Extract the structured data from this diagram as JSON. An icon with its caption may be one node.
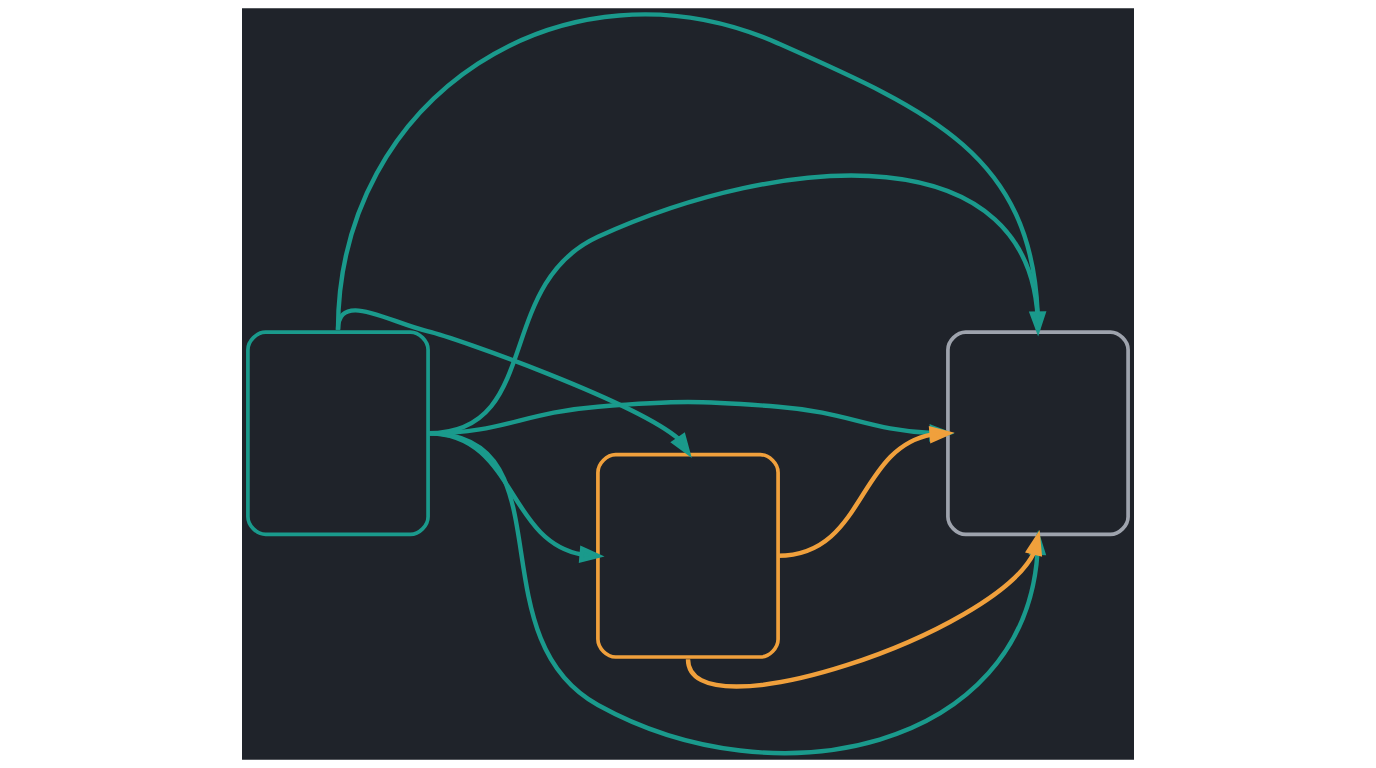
{
  "diagram": {
    "nodes": [
      {
        "text": [],
        "shape": "box"
      },
      {
        "text": [],
        "shape": "box"
      },
      {
        "text": [],
        "shape": "box"
      }
    ],
    "edges": [
      {
        "from": 0,
        "to": 1,
        "arrow": "to"
      },
      {
        "from": 0,
        "to": 2,
        "arrow": "to"
      },
      {
        "from": 0,
        "to": 2,
        "arrow": "none"
      },
      {
        "from": 0,
        "to": 1,
        "arrow": "to"
      },
      {
        "from": 1,
        "to": 2,
        "arrow": "to",
        "color": "#f0a03c"
      },
      {
        "from": 0,
        "to": 2,
        "arrow": "to"
      },
      {
        "from": 1,
        "to": 2,
        "arrow": "to",
        "color": "#f0a03c"
      },
      {
        "from": 0,
        "to": 2,
        "arrow": "to"
      }
    ]
  }
}
